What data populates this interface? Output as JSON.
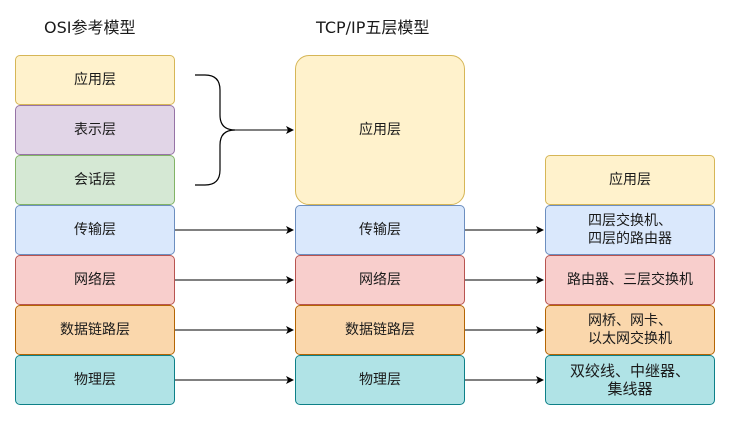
{
  "titles": {
    "osi": "OSI参考模型",
    "tcpip": "TCP/IP五层模型"
  },
  "osi_layers": [
    "应用层",
    "表示层",
    "会话层",
    "传输层",
    "网络层",
    "数据链路层",
    "物理层"
  ],
  "tcpip_layers": [
    "应用层",
    "传输层",
    "网络层",
    "数据链路层",
    "物理层"
  ],
  "devices": [
    "应用层",
    "四层交换机、\n四层的路由器",
    "路由器、三层交换机",
    "网桥、网卡、\n以太网交换机",
    "双绞线、中继器、\n集线器"
  ]
}
